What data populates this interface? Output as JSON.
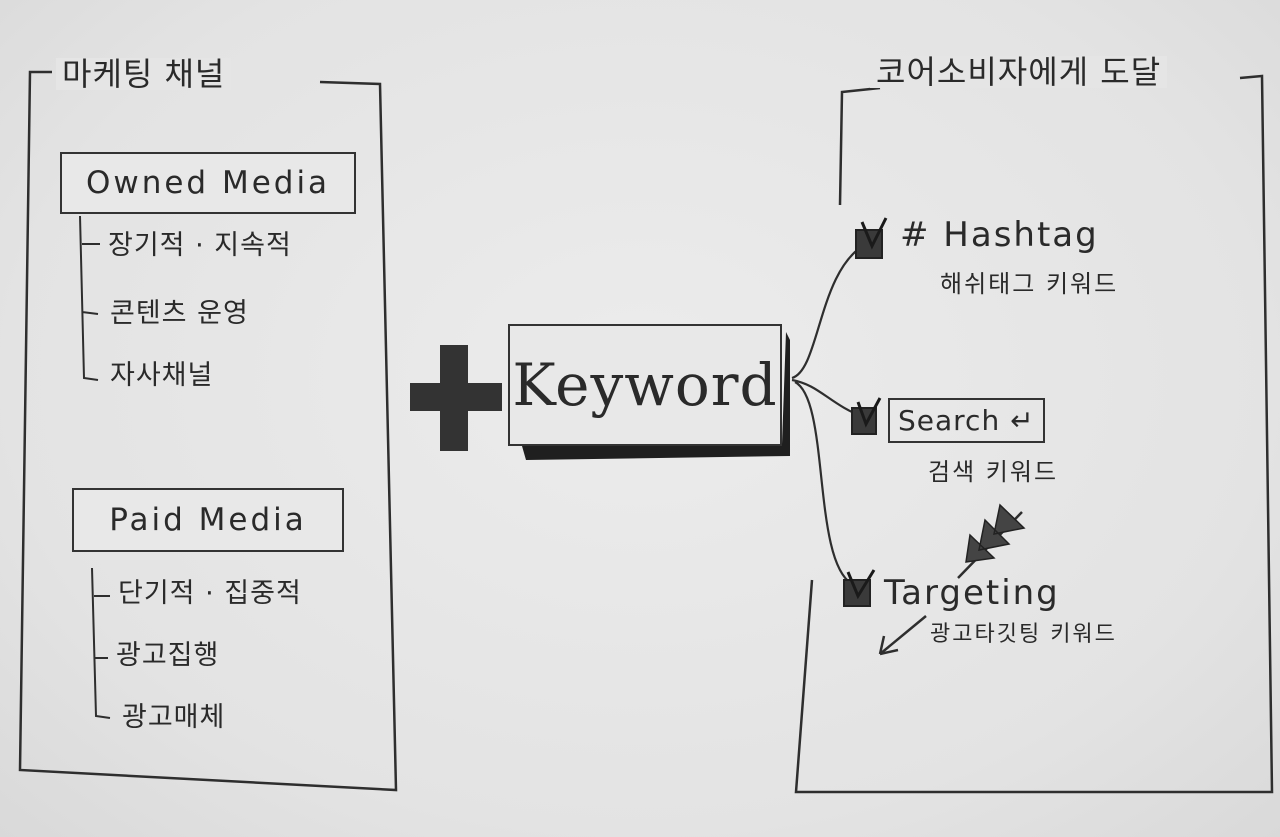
{
  "left_panel": {
    "title": "마케팅 채널",
    "owned": {
      "label": "Owned Media",
      "items": [
        "장기적 · 지속적",
        "콘텐츠 운영",
        "자사채널"
      ]
    },
    "paid": {
      "label": "Paid Media",
      "items": [
        "단기적 · 집중적",
        "광고집행",
        "광고매체"
      ]
    }
  },
  "center": {
    "plus_symbol": "+",
    "keyword_label": "Keyword"
  },
  "right_panel": {
    "title": "코어소비자에게 도달",
    "branches": [
      {
        "label": "# Hashtag",
        "sublabel": "해쉬태그 키워드"
      },
      {
        "label": "Search ↵",
        "sublabel": "검색 키워드"
      },
      {
        "label": "Targeting",
        "sublabel": "광고타깃팅 키워드"
      }
    ]
  },
  "colors": {
    "ink": "#2a2a2a",
    "paper": "#e6e6e6",
    "shadow": "#1e1e1e"
  }
}
